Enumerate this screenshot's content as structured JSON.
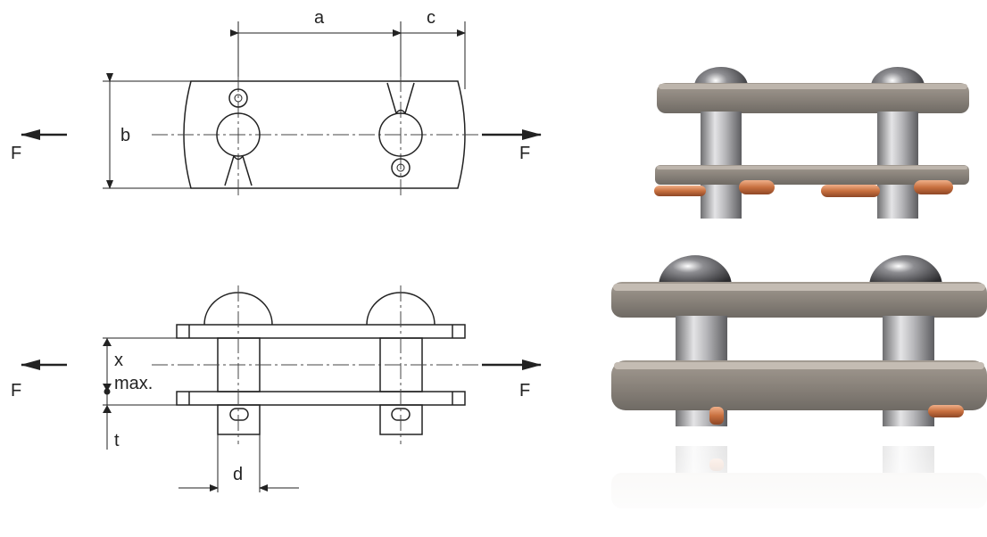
{
  "labels": {
    "a": "a",
    "b": "b",
    "c": "c",
    "d": "d",
    "x": "x",
    "max": "max.",
    "t": "t",
    "force": "F"
  }
}
